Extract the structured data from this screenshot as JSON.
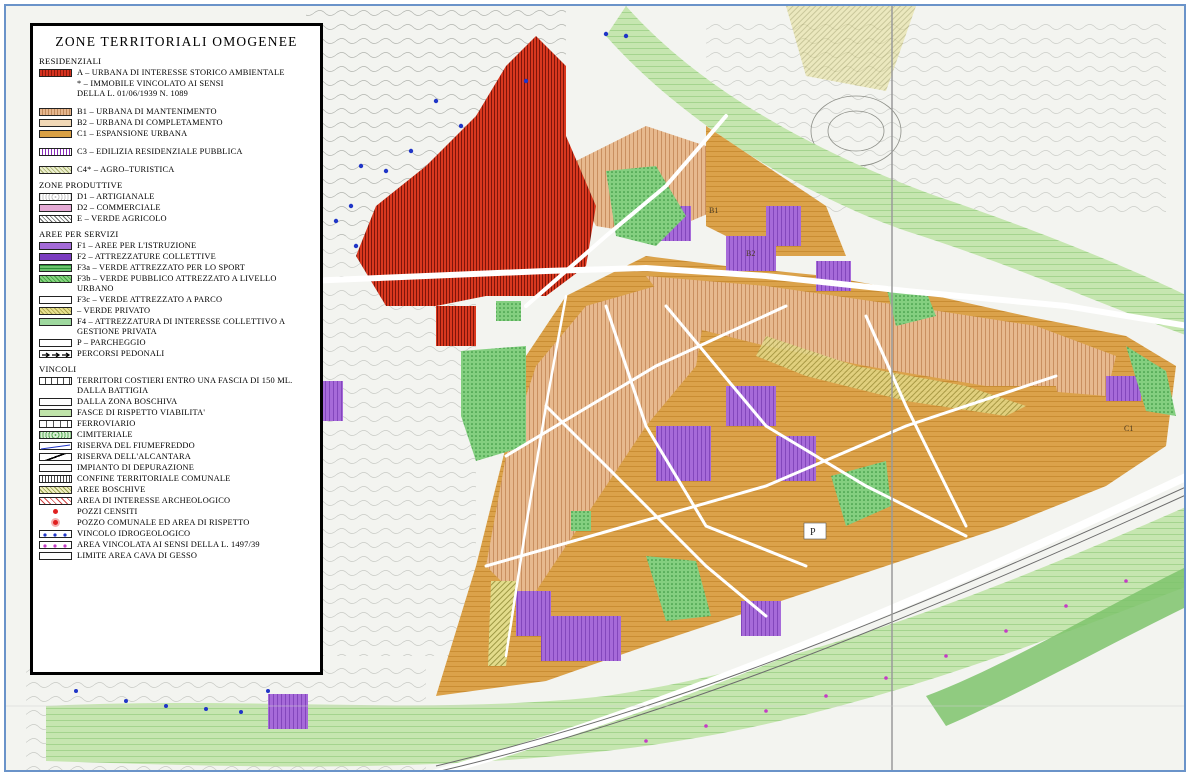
{
  "legend": {
    "title": "ZONE TERRITORIALI OMOGENEE",
    "residenziali": {
      "heading": "RESIDENZIALI",
      "items": [
        {
          "code": "A",
          "label": "A – URBANA DI INTERESSE STORICO AMBIENTALE"
        },
        {
          "code": "asterisk",
          "label": "* – IMMOBILE VINCOLATO AI SENSI\nDELLA L. 01/06/1939 N. 1089"
        },
        {
          "code": "B1",
          "label": "B1 – URBANA DI MANTENIMENTO"
        },
        {
          "code": "B2",
          "label": "B2 – URBANA DI COMPLETAMENTO"
        },
        {
          "code": "C1",
          "label": "C1 – ESPANSIONE URBANA"
        },
        {
          "code": "C3",
          "label": "C3 – EDILIZIA RESIDENZIALE PUBBLICA"
        },
        {
          "code": "C4",
          "label": "C4* – AGRO–TURISTICA"
        }
      ]
    },
    "produttive": {
      "heading": "ZONE PRODUTTIVE",
      "items": [
        {
          "code": "D1",
          "label": "D1 – ARTIGIANALE"
        },
        {
          "code": "D2",
          "label": "D2 – COMMERCIALE"
        },
        {
          "code": "E",
          "label": "E – VERDE AGRICOLO"
        }
      ]
    },
    "servizi": {
      "heading": "AREE PER SERVIZI",
      "items": [
        {
          "code": "F1",
          "label": "F1 – AREE PER L'ISTRUZIONE"
        },
        {
          "code": "F2",
          "label": "F2 – ATTREZZATURE COLLETTIVE"
        },
        {
          "code": "F3a",
          "label": "F3a – VERDE ATTREZZATO PER LO SPORT"
        },
        {
          "code": "F3b",
          "label": "F3b – VERDE PUBBLICO ATTREZZATO A LIVELLO\nURBANO"
        },
        {
          "code": "F3c",
          "label": "F3c – VERDE ATTREZZATO A PARCO"
        },
        {
          "code": "VP",
          "label": "– VERDE PRIVATO"
        },
        {
          "code": "F4",
          "label": "F4 – ATTREZZATURA DI INTERESSE COLLETTIVO A\nGESTIONE PRIVATA"
        },
        {
          "code": "P",
          "label": "P – PARCHEGGIO"
        },
        {
          "code": "PERC",
          "label": "PERCORSI PEDONALI"
        }
      ]
    },
    "vincoli": {
      "heading": "VINCOLI",
      "items": [
        {
          "code": "TC",
          "label": "TERRITORI COSTIERI ENTRO UNA FASCIA DI 150 ML.\nDALLA BATTIGIA"
        },
        {
          "code": "ZB",
          "label": "DALLA ZONA BOSCHIVA"
        },
        {
          "code": "FR",
          "label": "FASCE DI RISPETTO VIABILITA'"
        },
        {
          "code": "FER",
          "label": "FERROVIARIO"
        },
        {
          "code": "CIM",
          "label": "CIMITERIALE"
        },
        {
          "code": "RF",
          "label": "RISERVA DEL FIUMEFREDDO"
        },
        {
          "code": "RA",
          "label": "RISERVA  DELL'ALCANTARA"
        },
        {
          "code": "ID",
          "label": "IMPIANTO DI DEPURAZIONE"
        },
        {
          "code": "CT",
          "label": "CONFINE TERRITORIALE COMUNALE"
        },
        {
          "code": "AB",
          "label": "AREE BOSCHIVE"
        },
        {
          "code": "AA",
          "label": "AREA DI INTERESSE ARCHEOLOGICO"
        },
        {
          "code": "PC",
          "label": "POZZI CENSITI"
        },
        {
          "code": "PZ",
          "label": "POZZO COMUNALE ED AREA DI RISPETTO"
        },
        {
          "code": "VI",
          "label": "VINCOLO IDROGEOLOGICO"
        },
        {
          "code": "AV",
          "label": "AREA VINCOLATA AI SENSI DELLA L. 1497/39"
        },
        {
          "code": "LC",
          "label": "LIMITE AREA CAVA DI GESSO"
        }
      ]
    }
  },
  "map_labels": {
    "zone_b1": "B1",
    "zone_b2": "B2",
    "zone_c1": "C1",
    "parking": "P"
  },
  "colors": {
    "zone_a": "#d5321f",
    "zone_b1": "#e6b68d",
    "zone_b2": "#f1d8b6",
    "zone_c1": "#d9a044",
    "zone_f1": "#a46ad8",
    "zone_green": "#6cc46e",
    "buffer_green": "#bfe3a9",
    "frame": "#6a93c9"
  }
}
